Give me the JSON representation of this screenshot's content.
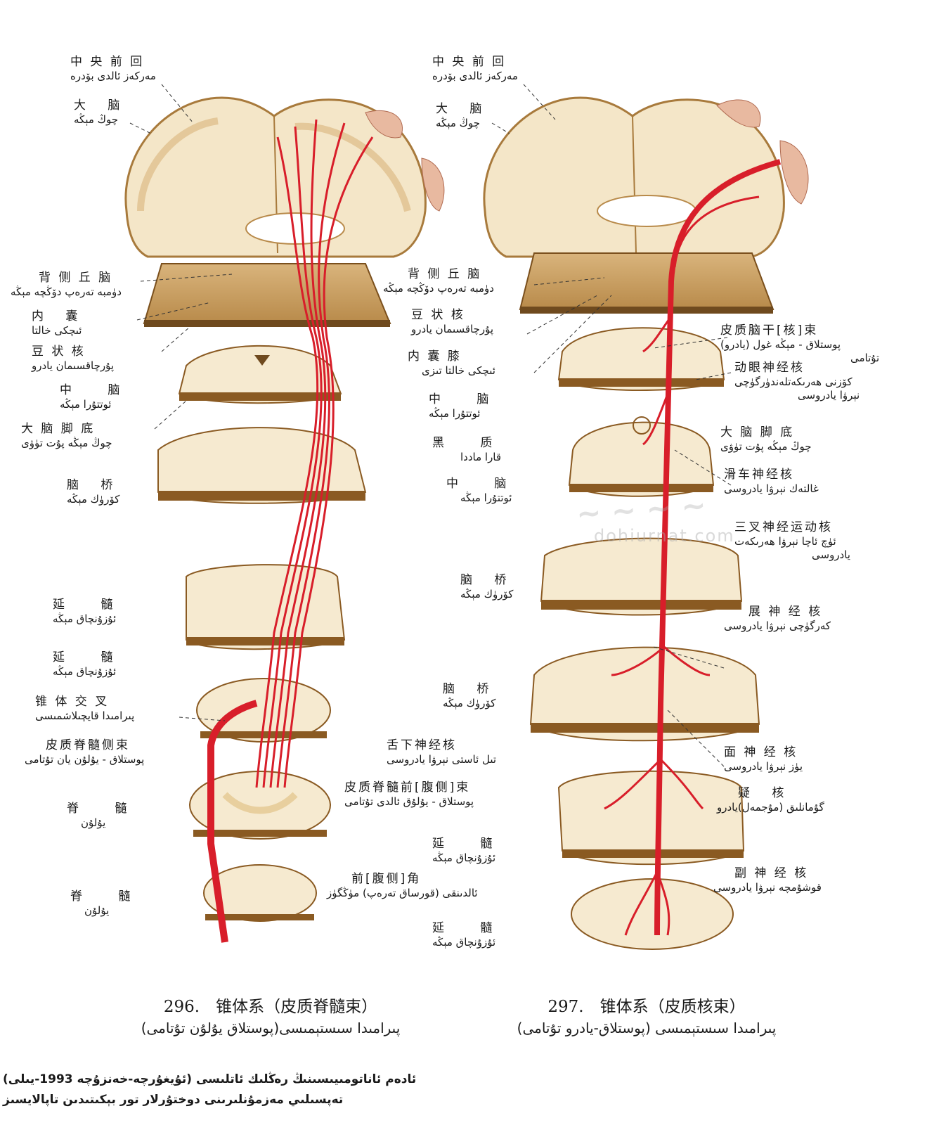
{
  "figure_296": {
    "labels": {
      "precentral": {
        "zh": "中 央 前 回",
        "ug": "مەركەز ئالدى بۆدرە"
      },
      "cerebrum": {
        "zh": "大　 脑",
        "ug": "چوڭ مېڭە"
      },
      "thalamus": {
        "zh": "背 侧 丘 脑",
        "ug": "دۈمبە تەرەپ دۆڭچە مېڭە"
      },
      "internal_capsule": {
        "zh": "内　 囊",
        "ug": "ئىچكى خالتا"
      },
      "lentiform": {
        "zh": "豆 状 核",
        "ug": "پۇرچاقسىمان يادرو"
      },
      "midbrain": {
        "zh": "中　 　脑",
        "ug": "ئوتتۇرا مېڭە"
      },
      "cerebral_peduncle": {
        "zh": "大 脑 脚 底",
        "ug": "چوڭ مېڭە پۇت تۈۋى"
      },
      "pons": {
        "zh": "脑　 桥",
        "ug": "كۆرۈك مېڭە"
      },
      "medulla_1": {
        "zh": "延　 　髓",
        "ug": "ئۇزۇنچاق مېڭە"
      },
      "medulla_2": {
        "zh": "延　 　髓",
        "ug": "ئۇزۇنچاق مېڭە"
      },
      "decussation": {
        "zh": "锥 体 交 叉",
        "ug": "پىرامىدا قايچىلاشمىسى"
      },
      "lateral_tract": {
        "zh": "皮质脊髓侧束",
        "ug": "پوستلاق - يۇلۇن يان تۇتامى"
      },
      "spinal_1": {
        "zh": "脊　 　髓",
        "ug": "يۇلۇن"
      },
      "spinal_2": {
        "zh": "脊　 　髓",
        "ug": "يۇلۇن"
      },
      "anterior_tract": {
        "zh": "皮质脊髓前[腹侧]束",
        "ug": "پوستلاق - يۇلۇق ئالدى تۇتامى"
      },
      "anterior_horn": {
        "zh": "前[腹侧]角",
        "ug": "ئالدىنقى (قورساق تەرەپ) مۈڭگۈز"
      }
    },
    "caption": {
      "zh": "296.　锥体系（皮质脊髓束）",
      "ug": "پىرامىدا سىستېمىسى(پوستلاق يۇلۇن تۇتامى)"
    }
  },
  "figure_297": {
    "labels": {
      "precentral": {
        "zh": "中 央 前 回",
        "ug": "مەركەز ئالدى بۆدرە"
      },
      "cerebrum": {
        "zh": "大　 脑",
        "ug": "چوڭ مېڭە"
      },
      "thalamus": {
        "zh": "背 侧 丘 脑",
        "ug": "دۈمبە تەرەپ دۆڭچە مېڭە"
      },
      "lentiform": {
        "zh": "豆 状 核",
        "ug": "پۇرچاقسىمان يادرو"
      },
      "genu": {
        "zh": "内 囊 膝",
        "ug": "ئىچكى خالتا تىزى"
      },
      "midbrain_1": {
        "zh": "中　 　脑",
        "ug": "ئوتتۇرا مېڭە"
      },
      "substantia_nigra": {
        "zh": "黑　　 质",
        "ug": "قارا ماددا"
      },
      "midbrain_2": {
        "zh": "中　 　脑",
        "ug": "ئوتتۇرا مېڭە"
      },
      "pons_1": {
        "zh": "脑　 桥",
        "ug": "كۆرۈك مېڭە"
      },
      "pons_2": {
        "zh": "脑　 桥",
        "ug": "كۆرۈك مېڭە"
      },
      "hypoglossal": {
        "zh": "舌下神经核",
        "ug": "تىل ئاستى نېرۋا يادروسى"
      },
      "medulla_1": {
        "zh": "延　 　髓",
        "ug": "ئۇزۇنچاق مېڭە"
      },
      "medulla_2": {
        "zh": "延　 　髓",
        "ug": "ئۇزۇنچاق مېڭە"
      },
      "corticonuclear": {
        "zh": "皮质脑干[核]束",
        "ug": "پوستلاق - مېڭە غول (يادرو)",
        "ug2": "تۇتامى"
      },
      "oculomotor": {
        "zh": "动眼神经核",
        "ug": "كۆزنى ھەرىكەتلەندۈرگۈچى",
        "ug2": "نېرۋا يادروسى"
      },
      "peduncle": {
        "zh": "大 脑 脚 底",
        "ug": "چوڭ مېڭە پۇت تۈۋى"
      },
      "trochlear": {
        "zh": "滑车神经核",
        "ug": "غالتەك نېرۋا يادروسى"
      },
      "trigeminal": {
        "zh": "三叉神经运动核",
        "ug": "ئۈچ ئاچا نېرۋا ھەرىكەت",
        "ug2": "يادروسى"
      },
      "abducens": {
        "zh": "展 神 经 核",
        "ug": "كەرگۈچى نېرۋا يادروسى"
      },
      "facial": {
        "zh": "面 神 经 核",
        "ug": "يۈز نېرۋا يادروسى"
      },
      "ambiguus": {
        "zh": "疑　 核",
        "ug": "گۇمانلىق (مۇجمەل)يادرو"
      },
      "accessory": {
        "zh": "副 神 经 核",
        "ug": "قوشۇمچە نېرۋا يادروسى"
      }
    },
    "caption": {
      "zh": "297.　锥体系（皮质核束）",
      "ug": "پىرامىدا سىستېمىسى (پوستلاق-يادرو تۇتامى)"
    }
  },
  "watermark": {
    "text": "dohiurnat.com"
  },
  "footer": {
    "line1": "ئادەم ئاناتومىيىسىنىڭ رەڭلىك ئاتلىسى (ئۇيغۇرچە-خەنزۇچە 1993-يىلى)",
    "line2": "تەپسىلىي مەزمۇنلىرىنى دوختۇرلار تور بېكىتىدىن تاپالايسىز"
  },
  "colors": {
    "tract": "#d81e2a",
    "tissue": "#f6ead0",
    "edge": "#8a5a22",
    "gray_matter": "#e8cf9e"
  }
}
